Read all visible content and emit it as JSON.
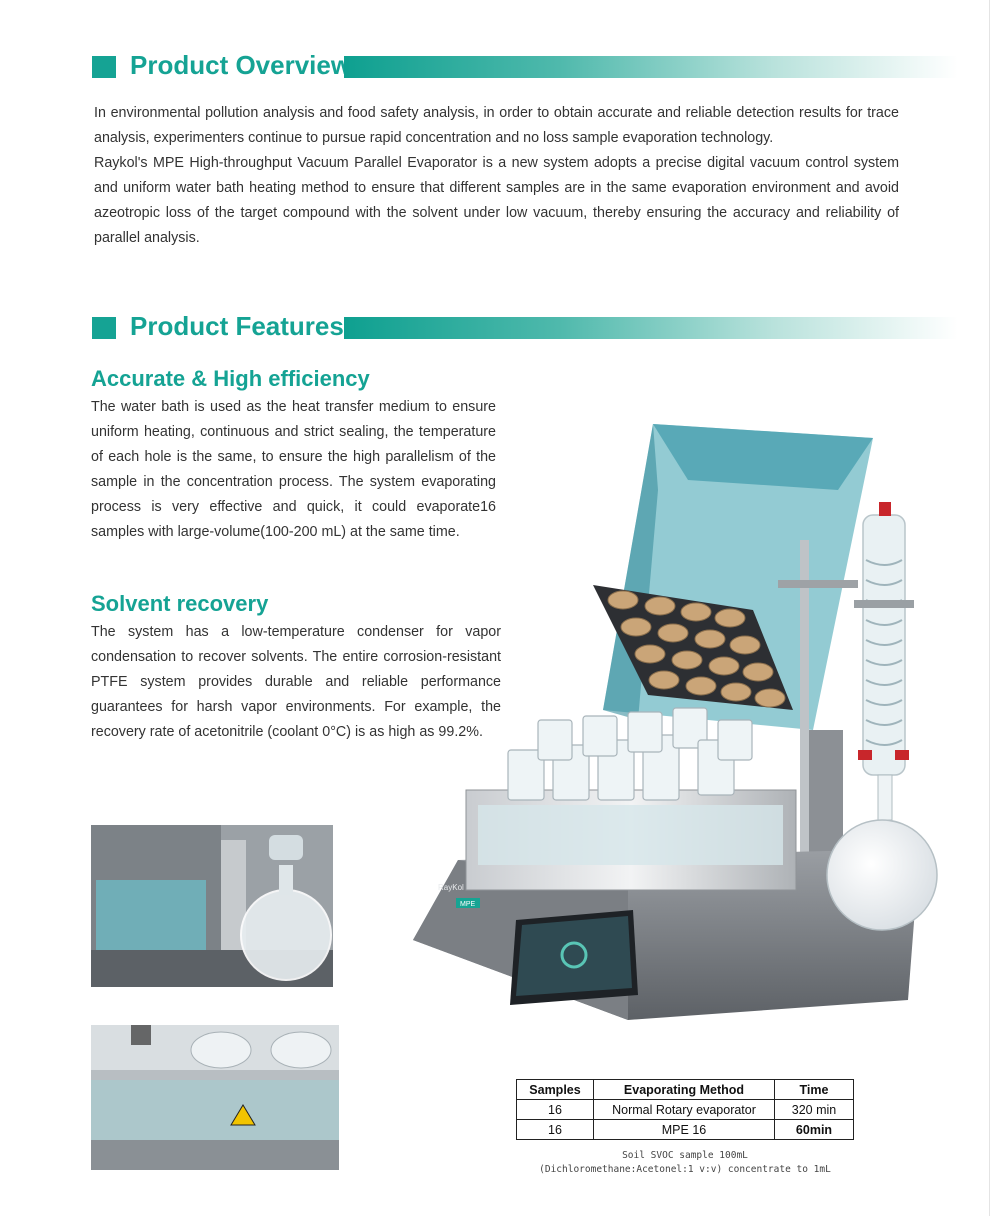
{
  "overview": {
    "title": "Product Overview",
    "paragraphs": [
      "In environmental pollution analysis and food safety analysis, in order to obtain accurate and reliable detection results for trace analysis, experimenters continue to pursue rapid concentration and no loss sample evaporation technology.",
      "Raykol's MPE High-throughput Vacuum Parallel Evaporator is a new system adopts a precise digital vacuum control system and uniform water bath heating method  to ensure that different samples are in the same evaporation environment and avoid azeotropic loss of the target compound with the solvent under low vacuum, thereby ensuring the accuracy and reliability of parallel analysis."
    ]
  },
  "features": {
    "title": "Product Features",
    "items": [
      {
        "heading": "Accurate & High efficiency",
        "text": "The water bath is used as the heat transfer medium to ensure uniform heating, continuous and strict sealing, the temperature of each hole is the same, to ensure the high parallelism of the sample in the concentration process. The system evaporating process is very effective and quick, it could evaporate16 samples  with large-volume(100-200 mL) at the same time."
      },
      {
        "heading": "Solvent recovery",
        "text": "The system has a low-temperature condenser for vapor condensation to recover solvents. The entire corrosion-resistant PTFE system provides durable and reliable performance guarantees for harsh vapor environments. For example, the recovery rate of acetonitrile (coolant 0°C) is as high as 99.2%."
      }
    ]
  },
  "product_image": {
    "brand_label": "RayKol",
    "model_label": "MPE"
  },
  "table": {
    "headers": [
      "Samples",
      "Evaporating Method",
      "Time"
    ],
    "rows": [
      [
        "16",
        "Normal Rotary evaporator",
        "320 min"
      ],
      [
        "16",
        "MPE 16",
        "60min"
      ]
    ]
  },
  "caption": {
    "line1": "Soil SVOC sample 100mL",
    "line2": "(Dichloromethane:Acetonel:1 v:v) concentrate to 1mL"
  },
  "colors": {
    "accent": "#15a394"
  }
}
